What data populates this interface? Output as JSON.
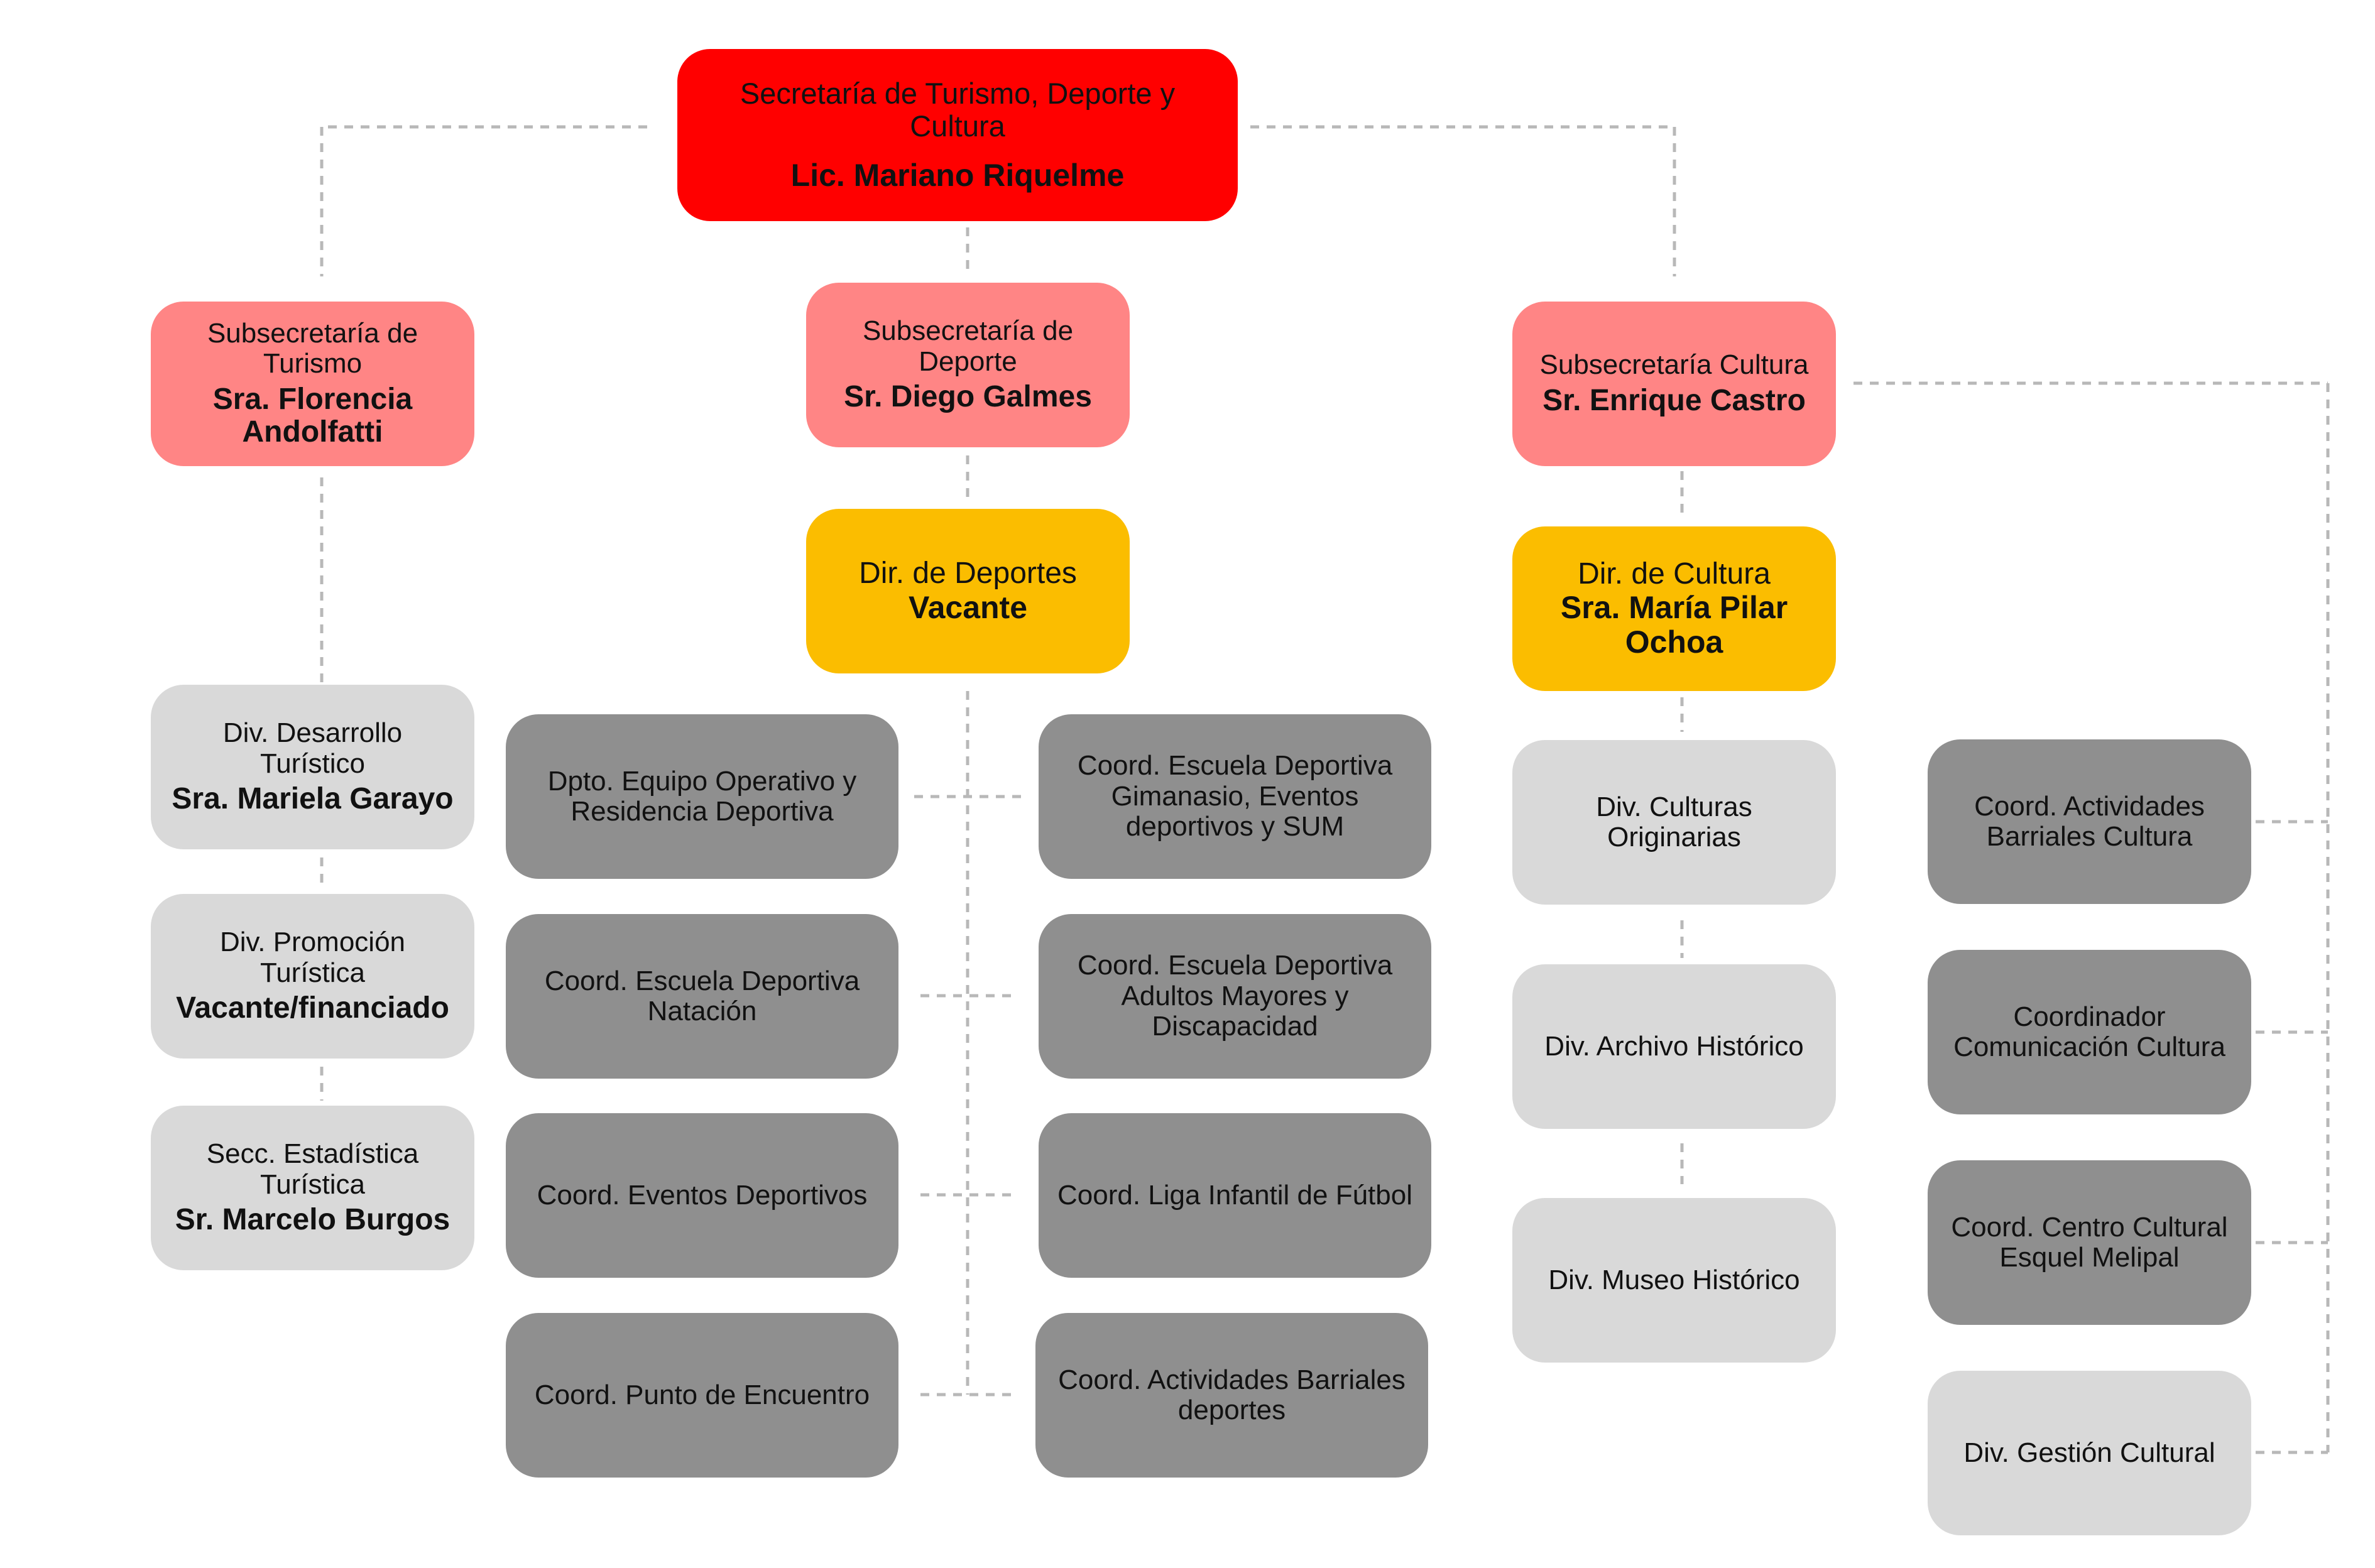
{
  "root": {
    "title": "Secretaría de Turismo, Deporte y Cultura",
    "name": "Lic. Mariano Riquelme"
  },
  "turismo": {
    "subsecretaria": {
      "title": "Subsecretaría de Turismo",
      "name": "Sra. Florencia Andolfatti"
    },
    "divisions": [
      {
        "title": "Div. Desarrollo Turístico",
        "name": "Sra. Mariela Garayo"
      },
      {
        "title": "Div. Promoción Turística",
        "name": "Vacante/financiado"
      },
      {
        "title": "Secc. Estadística Turística",
        "name": "Sr. Marcelo Burgos"
      }
    ]
  },
  "deporte": {
    "subsecretaria": {
      "title": "Subsecretaría de Deporte",
      "name": "Sr. Diego Galmes"
    },
    "direccion": {
      "title": "Dir. de Deportes",
      "name": "Vacante"
    },
    "left_units": [
      {
        "title": "Dpto. Equipo Operativo y Residencia Deportiva"
      },
      {
        "title": "Coord. Escuela Deportiva Natación"
      },
      {
        "title": "Coord. Eventos Deportivos"
      },
      {
        "title": "Coord. Punto de Encuentro"
      }
    ],
    "right_units": [
      {
        "title": "Coord. Escuela Deportiva Gimanasio, Eventos deportivos y SUM"
      },
      {
        "title": "Coord. Escuela Deportiva Adultos Mayores y Discapacidad"
      },
      {
        "title": "Coord. Liga Infantil de Fútbol"
      },
      {
        "title": "Coord. Actividades Barriales deportes"
      }
    ]
  },
  "cultura": {
    "subsecretaria": {
      "title": "Subsecretaría Cultura",
      "name": "Sr. Enrique Castro"
    },
    "direccion": {
      "title": "Dir. de Cultura",
      "name": "Sra. María Pilar Ochoa"
    },
    "divisions": [
      {
        "title": "Div. Culturas Originarias"
      },
      {
        "title": "Div. Archivo Histórico"
      },
      {
        "title": "Div. Museo Histórico"
      }
    ],
    "coordinations": [
      {
        "title": "Coord. Actividades Barriales Cultura"
      },
      {
        "title": "Coordinador Comunicación Cultura"
      },
      {
        "title": "Coord. Centro Cultural Esquel Melipal"
      },
      {
        "title": "Div. Gestión Cultural"
      }
    ]
  },
  "colors": {
    "secretaria": "#ff0000",
    "subsecretaria": "#ff8585",
    "direccion": "#fbbd00",
    "division": "#d9d9d9",
    "coordinacion": "#8f8f8f",
    "connector": "#b8b8b8"
  }
}
